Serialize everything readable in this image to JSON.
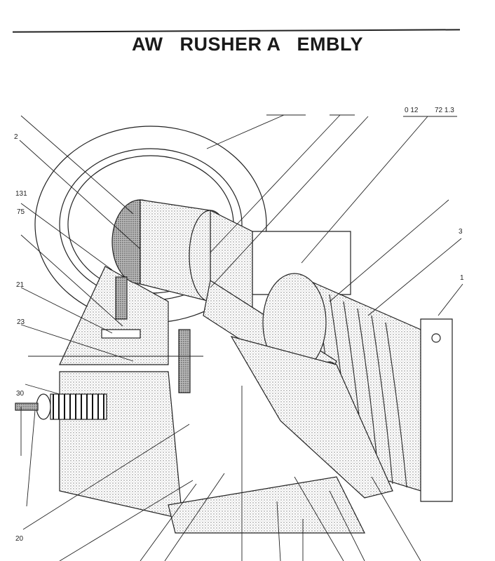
{
  "title": "AW   RUSHER A   EMBLY",
  "top_labels": {
    "left": "0 12",
    "right": "72 1.3"
  },
  "callouts": {
    "c2": "2",
    "c131": "131",
    "c75": "75",
    "c21": "21",
    "c23": "23",
    "c30": "30",
    "c20": "20",
    "c3": "3",
    "c1": "1"
  }
}
